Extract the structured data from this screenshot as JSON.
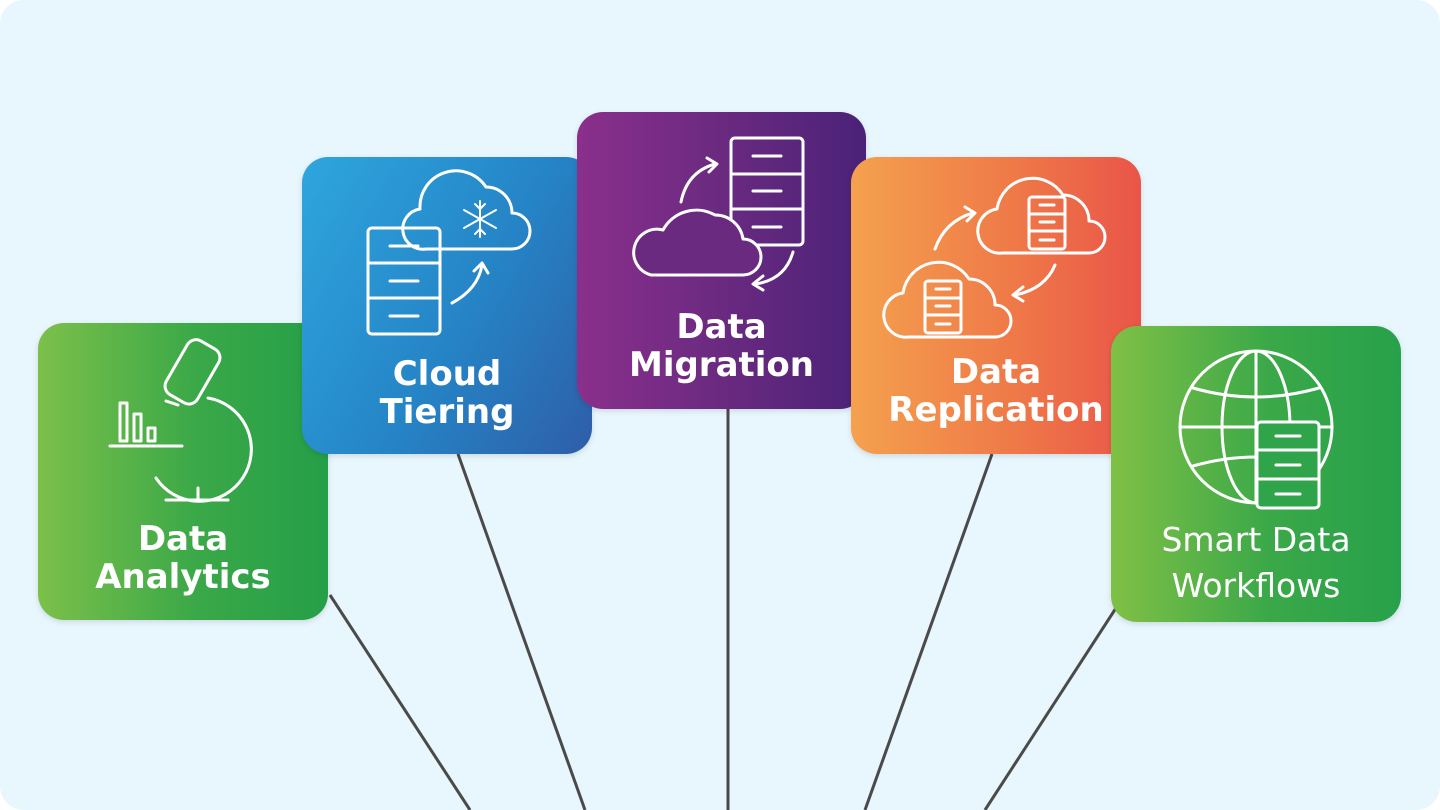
{
  "tiles": {
    "analytics": {
      "line1": "Data",
      "line2": "Analytics",
      "icon": "microscope-chart-icon",
      "color": "#3aa848"
    },
    "cloud": {
      "line1": "Cloud",
      "line2": "Tiering",
      "icon": "cloud-snowflake-server-icon",
      "color": "#2584c6"
    },
    "migration": {
      "line1": "Data",
      "line2": "Migration",
      "icon": "cloud-server-sync-icon",
      "color": "#6a2a80"
    },
    "replication": {
      "line1": "Data",
      "line2": "Replication",
      "icon": "cloud-replication-icon",
      "color": "#ef7a48"
    },
    "workflows": {
      "line1": "Smart Data",
      "line2": "Workflows",
      "icon": "globe-server-icon",
      "color": "#3aa848"
    }
  },
  "colors": {
    "background": "#e8f6fd",
    "connector": "#4a4a4a"
  }
}
